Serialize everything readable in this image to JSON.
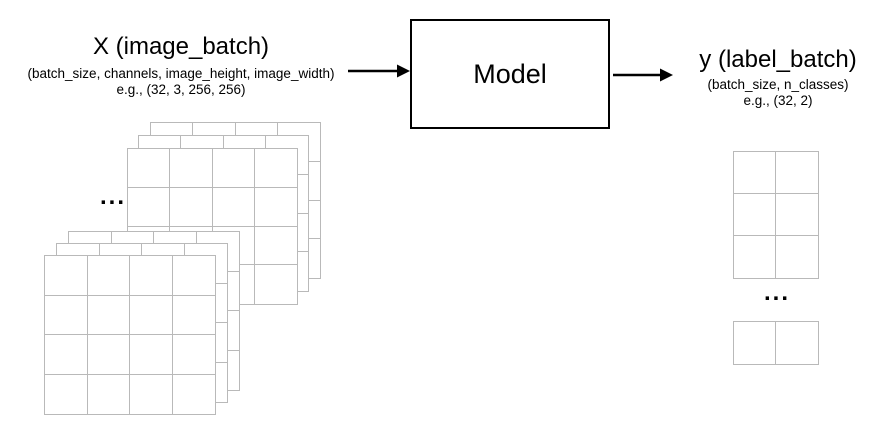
{
  "input_header": {
    "title": "X (image_batch)",
    "shape": "(batch_size, channels, image_height, image_width)",
    "example": "e.g., (32, 3, 256, 256)"
  },
  "model": {
    "label": "Model"
  },
  "output_header": {
    "title": "y (label_batch)",
    "shape": "(batch_size, n_classes)",
    "example": "e.g., (32, 2)"
  },
  "input_figure": {
    "ellipsis": "...",
    "grid": {
      "rows": 4,
      "cols": 4
    },
    "layers_per_stack": 3,
    "stacks": 2
  },
  "output_figure": {
    "ellipsis": "...",
    "top_grid": {
      "rows": 3,
      "cols": 2
    },
    "bottom_grid": {
      "rows": 1,
      "cols": 2
    }
  },
  "colors": {
    "grid_line": "#b9b9b9",
    "ink": "#000000",
    "background": "#ffffff"
  }
}
